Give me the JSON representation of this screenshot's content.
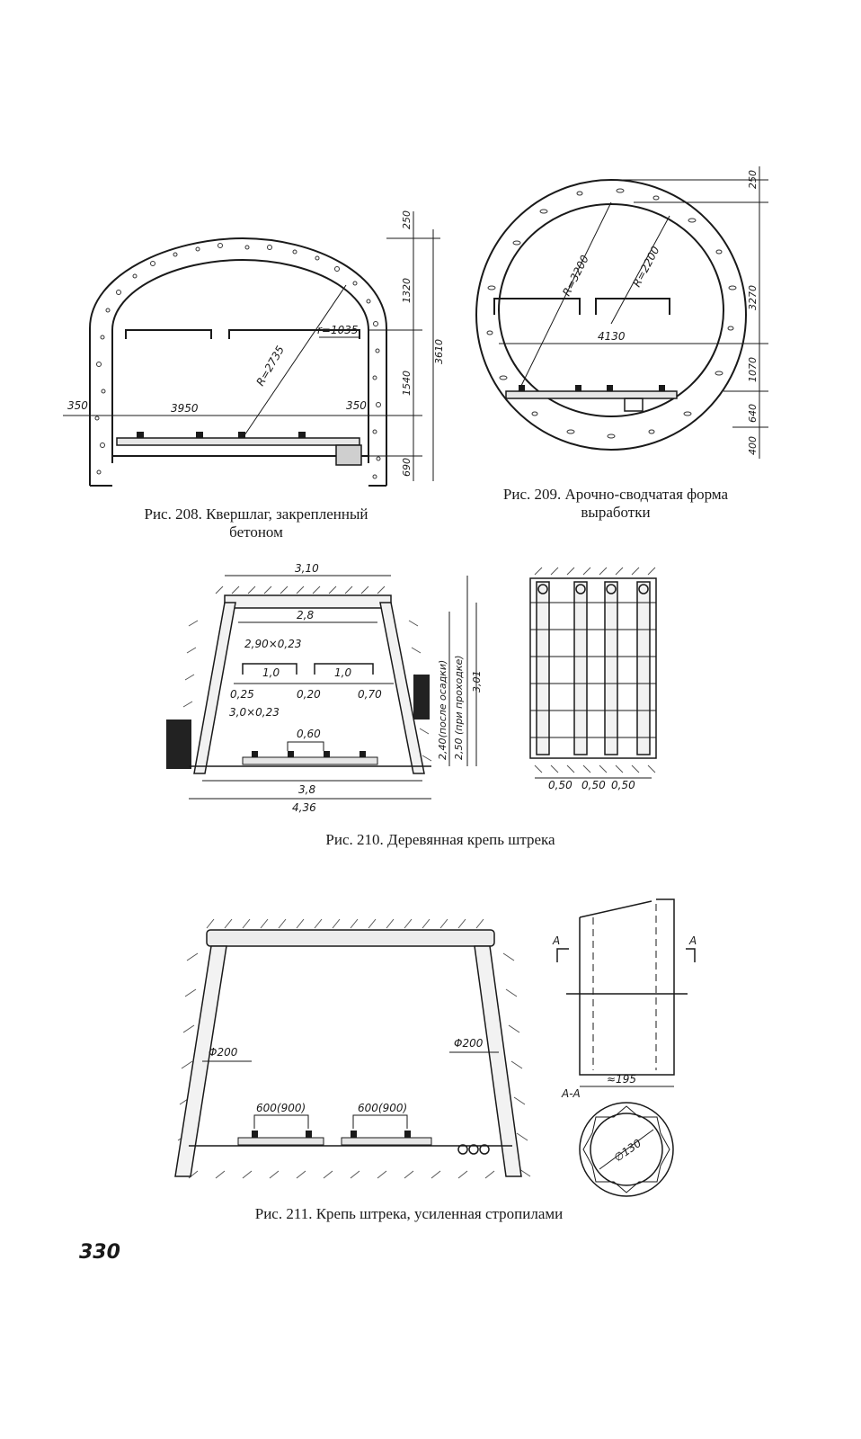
{
  "page_number": "330",
  "fig208": {
    "caption_line1": "Рис. 208. Квершлаг, закрепленный",
    "caption_line2": "бетоном",
    "dims": {
      "d250": "250",
      "d1320": "1320",
      "d3610": "3610",
      "d1540": "1540",
      "d690": "690",
      "r2735": "R=2735",
      "r1035": "r=1035",
      "w3950": "3950",
      "t350_left": "350",
      "t350_right": "350"
    }
  },
  "fig209": {
    "caption_line1": "Рис. 209. Арочно-сводчатая форма",
    "caption_line2": "выработки",
    "dims": {
      "d250": "250",
      "d3270": "3270",
      "d1070": "1070",
      "d640": "640",
      "d400": "400",
      "r3200": "R=3200",
      "r2200": "R=2200",
      "w4130": "4130"
    }
  },
  "fig210": {
    "caption": "Рис. 210. Деревянная крепь штрека",
    "dims": {
      "w310": "3,10",
      "w28": "2,8",
      "beam": "2,90×0,23",
      "post": "3,0×0,23",
      "g10a": "1,0",
      "g10b": "1,0",
      "g025": "0,25",
      "g020": "0,20",
      "g070": "0,70",
      "g060": "0,60",
      "w38": "3,8",
      "w436": "4,36",
      "h240": "2,40(после осадки)",
      "h250": "2,50 (при проходке)",
      "h301": "3,01",
      "s050a": "0,50",
      "s050b": "0,50",
      "s050c": "0,50"
    }
  },
  "fig211": {
    "caption": "Рис. 211. Крепь штрека, усиленная стропилами",
    "dims": {
      "phi_left": "Φ200",
      "phi_right": "Φ200",
      "g600a": "600(900)",
      "g600b": "600(900)",
      "sec_a1": "A",
      "sec_a2": "A",
      "w195": "≈195",
      "sec_aa": "A-A",
      "d130": "∅130"
    }
  }
}
